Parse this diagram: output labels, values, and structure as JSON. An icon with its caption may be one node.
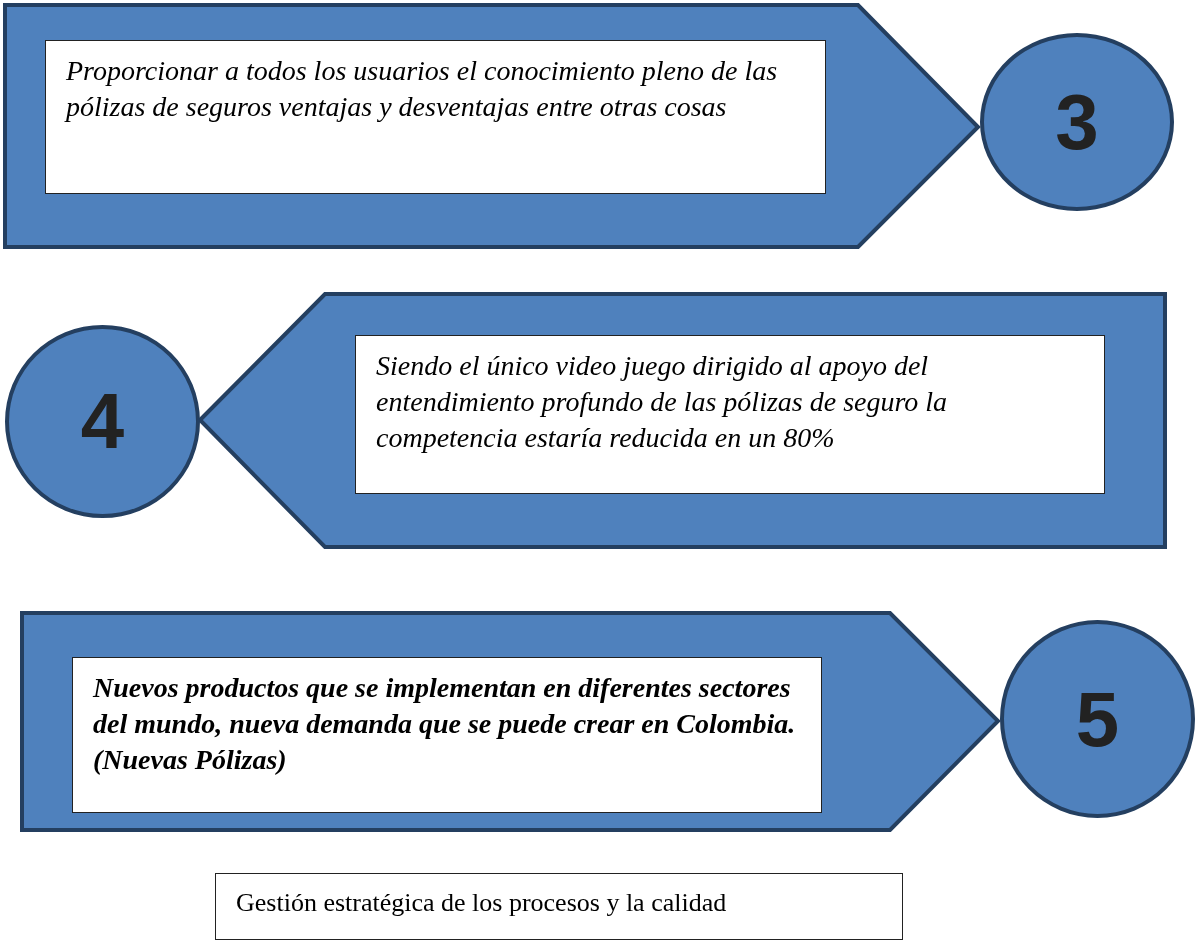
{
  "diagram": {
    "nodes": [
      {
        "text": [],
        "shape": "arrow"
      },
      {
        "text": [
          "Proporcionar a todos los usuarios el conocimiento pleno de las pólizas de seguros ventajas y desventajas entre otras cosas"
        ],
        "in": 0
      },
      {
        "text": [
          "3"
        ]
      },
      {
        "text": [],
        "shape": "arrow"
      },
      {
        "text": [
          "Siendo el único video juego dirigido al apoyo del entendimiento profundo de las pólizas de seguro la competencia estaría reducida en un  80%"
        ],
        "in": 3
      },
      {
        "text": [
          "4"
        ]
      },
      {
        "text": [],
        "shape": "arrow"
      },
      {
        "text": [
          "Nuevos productos que se implementan en diferentes sectores del mundo, nueva demanda que se puede crear en Colombia. (Nuevas Pólizas)"
        ],
        "in": 6
      },
      {
        "text": [
          "5"
        ]
      },
      {
        "text": [
          "Gestión estratégica de los procesos y la calidad"
        ]
      }
    ],
    "edges": []
  }
}
